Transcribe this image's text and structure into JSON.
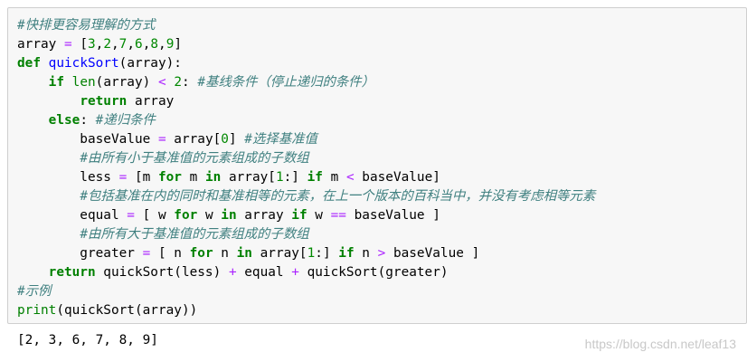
{
  "code_lines": [
    [
      {
        "t": "#快排更容易理解的方式",
        "c": "comment"
      }
    ],
    [
      {
        "t": "array ",
        "c": "plain"
      },
      {
        "t": "=",
        "c": "op"
      },
      {
        "t": " [",
        "c": "plain"
      },
      {
        "t": "3",
        "c": "num"
      },
      {
        "t": ",",
        "c": "plain"
      },
      {
        "t": "2",
        "c": "num"
      },
      {
        "t": ",",
        "c": "plain"
      },
      {
        "t": "7",
        "c": "num"
      },
      {
        "t": ",",
        "c": "plain"
      },
      {
        "t": "6",
        "c": "num"
      },
      {
        "t": ",",
        "c": "plain"
      },
      {
        "t": "8",
        "c": "num"
      },
      {
        "t": ",",
        "c": "plain"
      },
      {
        "t": "9",
        "c": "num"
      },
      {
        "t": "]",
        "c": "plain"
      }
    ],
    [
      {
        "t": "def",
        "c": "kw"
      },
      {
        "t": " ",
        "c": "plain"
      },
      {
        "t": "quickSort",
        "c": "fn"
      },
      {
        "t": "(array):",
        "c": "plain"
      }
    ],
    [
      {
        "t": "    ",
        "c": "plain"
      },
      {
        "t": "if",
        "c": "kw"
      },
      {
        "t": " ",
        "c": "plain"
      },
      {
        "t": "len",
        "c": "builtin"
      },
      {
        "t": "(array) ",
        "c": "plain"
      },
      {
        "t": "<",
        "c": "op"
      },
      {
        "t": " ",
        "c": "plain"
      },
      {
        "t": "2",
        "c": "num"
      },
      {
        "t": ": ",
        "c": "plain"
      },
      {
        "t": "#基线条件（停止递归的条件）",
        "c": "comment"
      }
    ],
    [
      {
        "t": "        ",
        "c": "plain"
      },
      {
        "t": "return",
        "c": "kw"
      },
      {
        "t": " array",
        "c": "plain"
      }
    ],
    [
      {
        "t": "    ",
        "c": "plain"
      },
      {
        "t": "else",
        "c": "kw"
      },
      {
        "t": ": ",
        "c": "plain"
      },
      {
        "t": "#递归条件",
        "c": "comment"
      }
    ],
    [
      {
        "t": "        baseValue ",
        "c": "plain"
      },
      {
        "t": "=",
        "c": "op"
      },
      {
        "t": " array[",
        "c": "plain"
      },
      {
        "t": "0",
        "c": "num"
      },
      {
        "t": "] ",
        "c": "plain"
      },
      {
        "t": "#选择基准值",
        "c": "comment"
      }
    ],
    [
      {
        "t": "        ",
        "c": "plain"
      },
      {
        "t": "#由所有小于基准值的元素组成的子数组",
        "c": "comment"
      }
    ],
    [
      {
        "t": "        less ",
        "c": "plain"
      },
      {
        "t": "=",
        "c": "op"
      },
      {
        "t": " [m ",
        "c": "plain"
      },
      {
        "t": "for",
        "c": "kw"
      },
      {
        "t": " m ",
        "c": "plain"
      },
      {
        "t": "in",
        "c": "kw"
      },
      {
        "t": " array[",
        "c": "plain"
      },
      {
        "t": "1",
        "c": "num"
      },
      {
        "t": ":] ",
        "c": "plain"
      },
      {
        "t": "if",
        "c": "kw"
      },
      {
        "t": " m ",
        "c": "plain"
      },
      {
        "t": "<",
        "c": "op"
      },
      {
        "t": " baseValue]",
        "c": "plain"
      }
    ],
    [
      {
        "t": "        ",
        "c": "plain"
      },
      {
        "t": "#包括基准在内的同时和基准相等的元素，在上一个版本的百科当中，并没有考虑相等元素",
        "c": "comment"
      }
    ],
    [
      {
        "t": "        equal ",
        "c": "plain"
      },
      {
        "t": "=",
        "c": "op"
      },
      {
        "t": " [ w ",
        "c": "plain"
      },
      {
        "t": "for",
        "c": "kw"
      },
      {
        "t": " w ",
        "c": "plain"
      },
      {
        "t": "in",
        "c": "kw"
      },
      {
        "t": " array ",
        "c": "plain"
      },
      {
        "t": "if",
        "c": "kw"
      },
      {
        "t": " w ",
        "c": "plain"
      },
      {
        "t": "==",
        "c": "op"
      },
      {
        "t": " baseValue ]",
        "c": "plain"
      }
    ],
    [
      {
        "t": "        ",
        "c": "plain"
      },
      {
        "t": "#由所有大于基准值的元素组成的子数组",
        "c": "comment"
      }
    ],
    [
      {
        "t": "        greater ",
        "c": "plain"
      },
      {
        "t": "=",
        "c": "op"
      },
      {
        "t": " [ n ",
        "c": "plain"
      },
      {
        "t": "for",
        "c": "kw"
      },
      {
        "t": " n ",
        "c": "plain"
      },
      {
        "t": "in",
        "c": "kw"
      },
      {
        "t": " array[",
        "c": "plain"
      },
      {
        "t": "1",
        "c": "num"
      },
      {
        "t": ":] ",
        "c": "plain"
      },
      {
        "t": "if",
        "c": "kw"
      },
      {
        "t": " n ",
        "c": "plain"
      },
      {
        "t": ">",
        "c": "op"
      },
      {
        "t": " baseValue ]",
        "c": "plain"
      }
    ],
    [
      {
        "t": "    ",
        "c": "plain"
      },
      {
        "t": "return",
        "c": "kw"
      },
      {
        "t": " quickSort(less) ",
        "c": "plain"
      },
      {
        "t": "+",
        "c": "op"
      },
      {
        "t": " equal ",
        "c": "plain"
      },
      {
        "t": "+",
        "c": "op"
      },
      {
        "t": " quickSort(greater)",
        "c": "plain"
      }
    ],
    [
      {
        "t": "#示例",
        "c": "comment"
      }
    ],
    [
      {
        "t": "print",
        "c": "builtin"
      },
      {
        "t": "(quickSort(array))",
        "c": "plain"
      }
    ]
  ],
  "output_text": "[2, 3, 6, 7, 8, 9]",
  "watermark": "https://blog.csdn.net/leaf13",
  "colors": {
    "keyword": "#008000",
    "number": "#008800",
    "operator": "#aa22ff",
    "function": "#0000ff",
    "comment": "#408080",
    "cell_background": "#f7f7f7",
    "cell_border": "#cfcfcf"
  }
}
